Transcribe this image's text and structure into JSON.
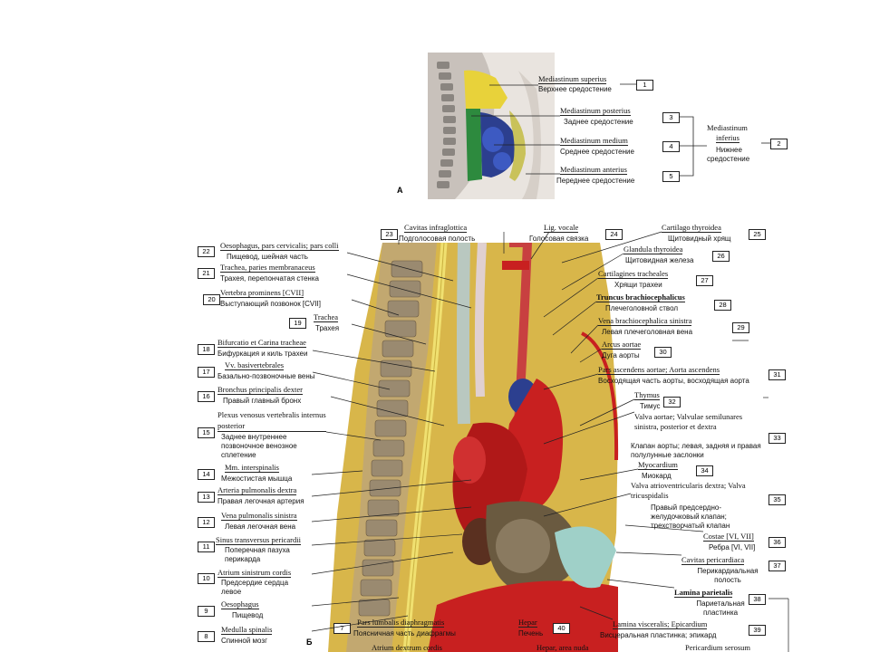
{
  "panel_a_letter": "А",
  "panel_b_letter": "Б",
  "colors": {
    "superior": "#e8d23a",
    "posterior": "#2d8a3e",
    "medium": "#2c3f8f",
    "anterior": "#c9c25a",
    "red": "#c82020",
    "fat": "#d8b64a",
    "bone": "#c9b79a"
  },
  "panel_a": [
    {
      "id": "a1",
      "lat": "Mediastinum superius",
      "ru": "Верхнее средостение",
      "num": "1"
    },
    {
      "id": "a3",
      "lat": "Mediastinum posterius",
      "ru": "Заднее средостение",
      "num": "3"
    },
    {
      "id": "a4",
      "lat": "Mediastinum medium",
      "ru": "Среднее средостение",
      "num": "4"
    },
    {
      "id": "a5",
      "lat": "Mediastinum anterius",
      "ru": "Переднее средостение",
      "num": "5"
    }
  ],
  "panel_a_right": {
    "lat1": "Mediastinum",
    "lat2": "inferius",
    "ru1": "Нижнее",
    "ru2": "средостение",
    "num": "2"
  },
  "left_labels": [
    {
      "num": "22",
      "lat": "Oesophagus, pars cervicalis; pars colli",
      "ru": "Пищевод, шейная часть"
    },
    {
      "num": "21",
      "lat": "Trachea, paries membranaceus",
      "ru": "Трахея, перепончатая стенка"
    },
    {
      "num": "20",
      "lat": "Vertebra prominens [CVII]",
      "ru": "Выступающий позвонок [CVII]"
    },
    {
      "num": "19",
      "lat": "Trachea",
      "ru": "Трахея"
    },
    {
      "num": "18",
      "lat": "Bifurcatio et Carina tracheae",
      "ru": "Бифуркация и киль трахеи"
    },
    {
      "num": "17",
      "lat": "Vv. basivertebrales",
      "ru": "Базально-позвоночные вены"
    },
    {
      "num": "16",
      "lat": "Bronchus principalis dexter",
      "ru": "Правый главный бронх"
    },
    {
      "num": "15",
      "lat": "Plexus venosus vertebralis internus posterior",
      "ru": "Заднее внутреннее позвоночное венозное сплетение"
    },
    {
      "num": "14",
      "lat": "Mm. interspinalis",
      "ru": "Межостистая мышца"
    },
    {
      "num": "13",
      "lat": "Arteria pulmonalis dextra",
      "ru": "Правая легочная артерия"
    },
    {
      "num": "12",
      "lat": "Vena pulmonalis sinistra",
      "ru": "Левая легочная вена"
    },
    {
      "num": "11",
      "lat": "Sinus transversus pericardii",
      "ru": "Поперечная пазуха перикарда"
    },
    {
      "num": "10",
      "lat": "Atrium sinistrum cordis",
      "ru": "Предсердие сердца левое"
    },
    {
      "num": "9",
      "lat": "Oesophagus",
      "ru": "Пищевод"
    },
    {
      "num": "8",
      "lat": "Medulla spinalis",
      "ru": "Спинной мозг"
    }
  ],
  "top_labels": [
    {
      "num": "23",
      "lat": "Cavitas infraglottica",
      "ru": "Подголосовая полость"
    },
    {
      "num": "24",
      "lat": "Lig. vocale",
      "ru": "Голосовая связка"
    }
  ],
  "right_labels": [
    {
      "num": "25",
      "lat": "Cartilago thyroidea",
      "ru": "Щитовидный хрящ"
    },
    {
      "num": "26",
      "lat": "Glandula thyroidea",
      "ru": "Щитовидная железа"
    },
    {
      "num": "27",
      "lat": "Cartilagines tracheales",
      "ru": "Хрящи трахеи"
    },
    {
      "num": "28",
      "lat": "Truncus brachiocephalicus",
      "ru": "Плечеголовной ствол"
    },
    {
      "num": "29",
      "lat": "Vena brachiocephalica sinistra",
      "ru": "Левая плечеголовная вена"
    },
    {
      "num": "30",
      "lat": "Arcus aortae",
      "ru": "Дуга аорты"
    },
    {
      "num": "31",
      "lat": "Pars ascendens aortae; Aorta ascendens",
      "ru": "Восходящая часть аорты, восходящая аорта"
    },
    {
      "num": "32",
      "lat": "Thymus",
      "ru": "Тимус"
    },
    {
      "num": "33",
      "lat": "Valva aortae; Valvulae semilunares sinistra, posterior et dextra",
      "ru": "Клапан аорты; левая, задняя и правая полулунные заслонки"
    },
    {
      "num": "34",
      "lat": "Myocardium",
      "ru": "Миокард"
    },
    {
      "num": "35",
      "lat": "Valva atrioventricularis dextra; Valva tricuspidalis",
      "ru": "Правый предсердно-желудочковый клапан; трехстворчатый клапан"
    },
    {
      "num": "36",
      "lat": "Costae [VI, VII]",
      "ru": "Ребра [VI, VII]"
    },
    {
      "num": "37",
      "lat": "Cavitas pericardiaca",
      "ru": "Перикардиальная полость"
    },
    {
      "num": "38",
      "lat": "Lamina parietalis",
      "ru": "Париетальная пластинка"
    },
    {
      "num": "39",
      "lat": "Lamina visceralis; Epicardium",
      "ru": "Висцеральная пластинка; эпикард"
    }
  ],
  "bottom_labels": [
    {
      "num": "7",
      "lat": "Pars lumbalis diaphragmatis",
      "ru": "Поясничная часть диафрагмы"
    },
    {
      "num": "40",
      "lat": "Hepar",
      "ru": "Печень"
    },
    {
      "lat": "Atrium dextrum cordis"
    },
    {
      "lat": "Hepar, area nuda"
    },
    {
      "lat": "Pericardium serosum"
    }
  ]
}
